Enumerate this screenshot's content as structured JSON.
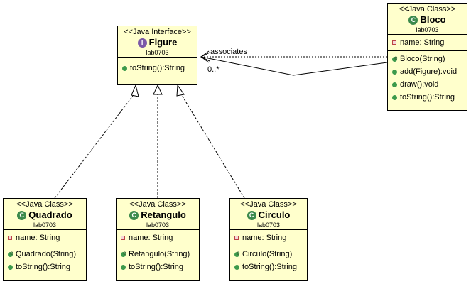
{
  "diagram": {
    "figure": {
      "stereotype": "<<Java Interface>>",
      "name": "Figure",
      "package": "lab0703",
      "icon": "I",
      "methods": [
        "toString():String"
      ]
    },
    "bloco": {
      "stereotype": "<<Java Class>>",
      "name": "Bloco",
      "package": "lab0703",
      "icon": "C",
      "fields": [
        "name: String"
      ],
      "constructors": [
        "Bloco(String)"
      ],
      "methods": [
        "add(Figure):void",
        "draw():void",
        "toString():String"
      ]
    },
    "quadrado": {
      "stereotype": "<<Java Class>>",
      "name": "Quadrado",
      "package": "lab0703",
      "icon": "C",
      "fields": [
        "name: String"
      ],
      "constructors": [
        "Quadrado(String)"
      ],
      "methods": [
        "toString():String"
      ]
    },
    "retangulo": {
      "stereotype": "<<Java Class>>",
      "name": "Retangulo",
      "package": "lab0703",
      "icon": "C",
      "fields": [
        "name: String"
      ],
      "constructors": [
        "Retangulo(String)"
      ],
      "methods": [
        "toString():String"
      ]
    },
    "circulo": {
      "stereotype": "<<Java Class>>",
      "name": "Circulo",
      "package": "lab0703",
      "icon": "C",
      "fields": [
        "name: String"
      ],
      "constructors": [
        "Circulo(String)"
      ],
      "methods": [
        "toString():String"
      ]
    },
    "association": {
      "label": "associates",
      "multiplicity": "0..*"
    }
  }
}
